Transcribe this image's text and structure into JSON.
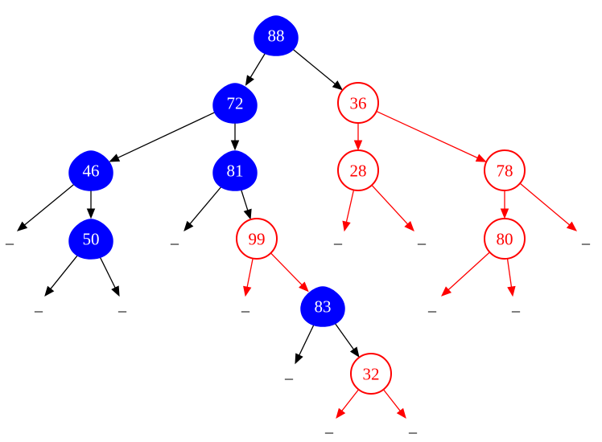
{
  "colors": {
    "red": "#ff0000",
    "blue": "#0000ff",
    "black": "#000000",
    "white": "#ffffff",
    "background": "#ffffff"
  },
  "nil_label": "_",
  "nodes": [
    {
      "id": "n88",
      "label": "88",
      "color": "blue"
    },
    {
      "id": "n72",
      "label": "72",
      "color": "blue"
    },
    {
      "id": "n36",
      "label": "36",
      "color": "red"
    },
    {
      "id": "n46",
      "label": "46",
      "color": "blue"
    },
    {
      "id": "n81",
      "label": "81",
      "color": "blue"
    },
    {
      "id": "n28",
      "label": "28",
      "color": "red"
    },
    {
      "id": "n78",
      "label": "78",
      "color": "red"
    },
    {
      "id": "n50",
      "label": "50",
      "color": "blue"
    },
    {
      "id": "n99",
      "label": "99",
      "color": "red"
    },
    {
      "id": "n80",
      "label": "80",
      "color": "red"
    },
    {
      "id": "n83",
      "label": "83",
      "color": "blue"
    },
    {
      "id": "n32",
      "label": "32",
      "color": "red"
    }
  ],
  "edges": [
    {
      "from": "n88",
      "to": "n72",
      "color": "black"
    },
    {
      "from": "n88",
      "to": "n36",
      "color": "black"
    },
    {
      "from": "n72",
      "to": "n46",
      "color": "black"
    },
    {
      "from": "n72",
      "to": "n81",
      "color": "black"
    },
    {
      "from": "n36",
      "to": "n28",
      "color": "red"
    },
    {
      "from": "n36",
      "to": "n78",
      "color": "red"
    },
    {
      "from": "n46",
      "to": "nil1",
      "color": "black"
    },
    {
      "from": "n46",
      "to": "n50",
      "color": "black"
    },
    {
      "from": "n50",
      "to": "nil2",
      "color": "black"
    },
    {
      "from": "n50",
      "to": "nil3",
      "color": "black"
    },
    {
      "from": "n81",
      "to": "nil4",
      "color": "black"
    },
    {
      "from": "n81",
      "to": "n99",
      "color": "black"
    },
    {
      "from": "n99",
      "to": "nil5",
      "color": "red"
    },
    {
      "from": "n99",
      "to": "n83",
      "color": "red"
    },
    {
      "from": "n83",
      "to": "nil6",
      "color": "black"
    },
    {
      "from": "n83",
      "to": "n32",
      "color": "black"
    },
    {
      "from": "n32",
      "to": "nil7",
      "color": "red"
    },
    {
      "from": "n32",
      "to": "nil8",
      "color": "red"
    },
    {
      "from": "n28",
      "to": "nil9",
      "color": "red"
    },
    {
      "from": "n28",
      "to": "nil10",
      "color": "red"
    },
    {
      "from": "n78",
      "to": "n80",
      "color": "red"
    },
    {
      "from": "n78",
      "to": "nil11",
      "color": "red"
    },
    {
      "from": "n80",
      "to": "nil12",
      "color": "red"
    },
    {
      "from": "n80",
      "to": "nil13",
      "color": "red"
    }
  ],
  "nils": [
    "nil1",
    "nil2",
    "nil3",
    "nil4",
    "nil5",
    "nil6",
    "nil7",
    "nil8",
    "nil9",
    "nil10",
    "nil11",
    "nil12",
    "nil13"
  ]
}
